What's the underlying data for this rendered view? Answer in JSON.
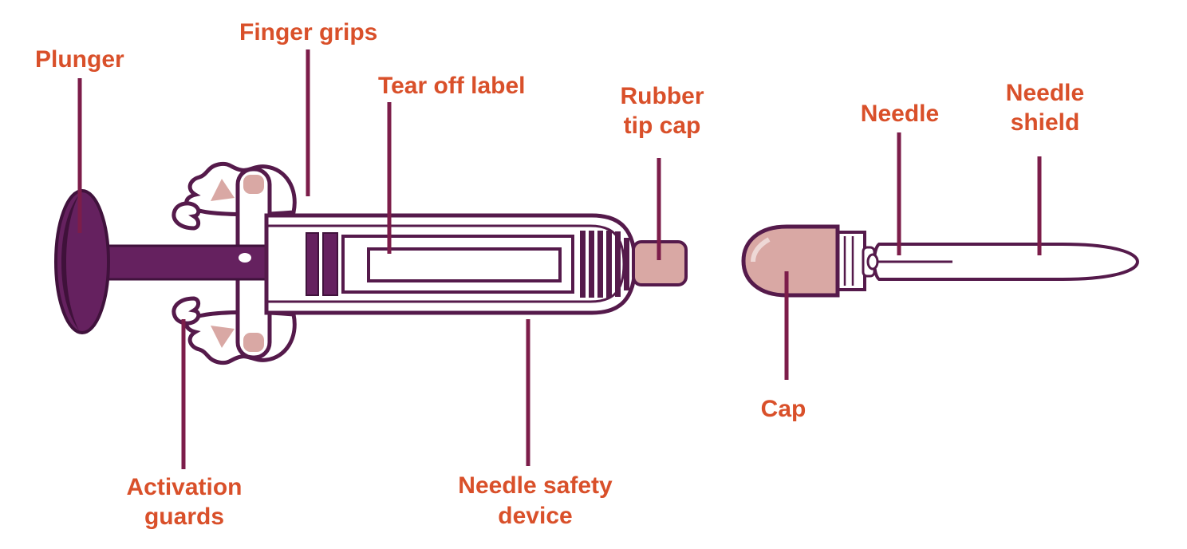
{
  "diagram": {
    "colors": {
      "label_text": "#d9502a",
      "leader_line": "#7c1d4a",
      "outline": "#551a4b",
      "pink_fill": "#d9a8a4",
      "plunger_purple": "#65215f",
      "plunger_dark": "#40123c",
      "background": "#ffffff"
    },
    "labels": {
      "plunger": {
        "lines": [
          "Plunger"
        ]
      },
      "finger_grips": {
        "lines": [
          "Finger grips"
        ]
      },
      "tear_off_label": {
        "lines": [
          "Tear off label"
        ]
      },
      "rubber_tip_cap": {
        "lines": [
          "Rubber",
          "tip cap"
        ]
      },
      "needle": {
        "lines": [
          "Needle"
        ]
      },
      "needle_shield": {
        "lines": [
          "Needle",
          "shield"
        ]
      },
      "cap": {
        "lines": [
          "Cap"
        ]
      },
      "activation_guards": {
        "lines": [
          "Activation",
          "guards"
        ]
      },
      "needle_safety_device": {
        "lines": [
          "Needle safety",
          "device"
        ]
      }
    }
  }
}
